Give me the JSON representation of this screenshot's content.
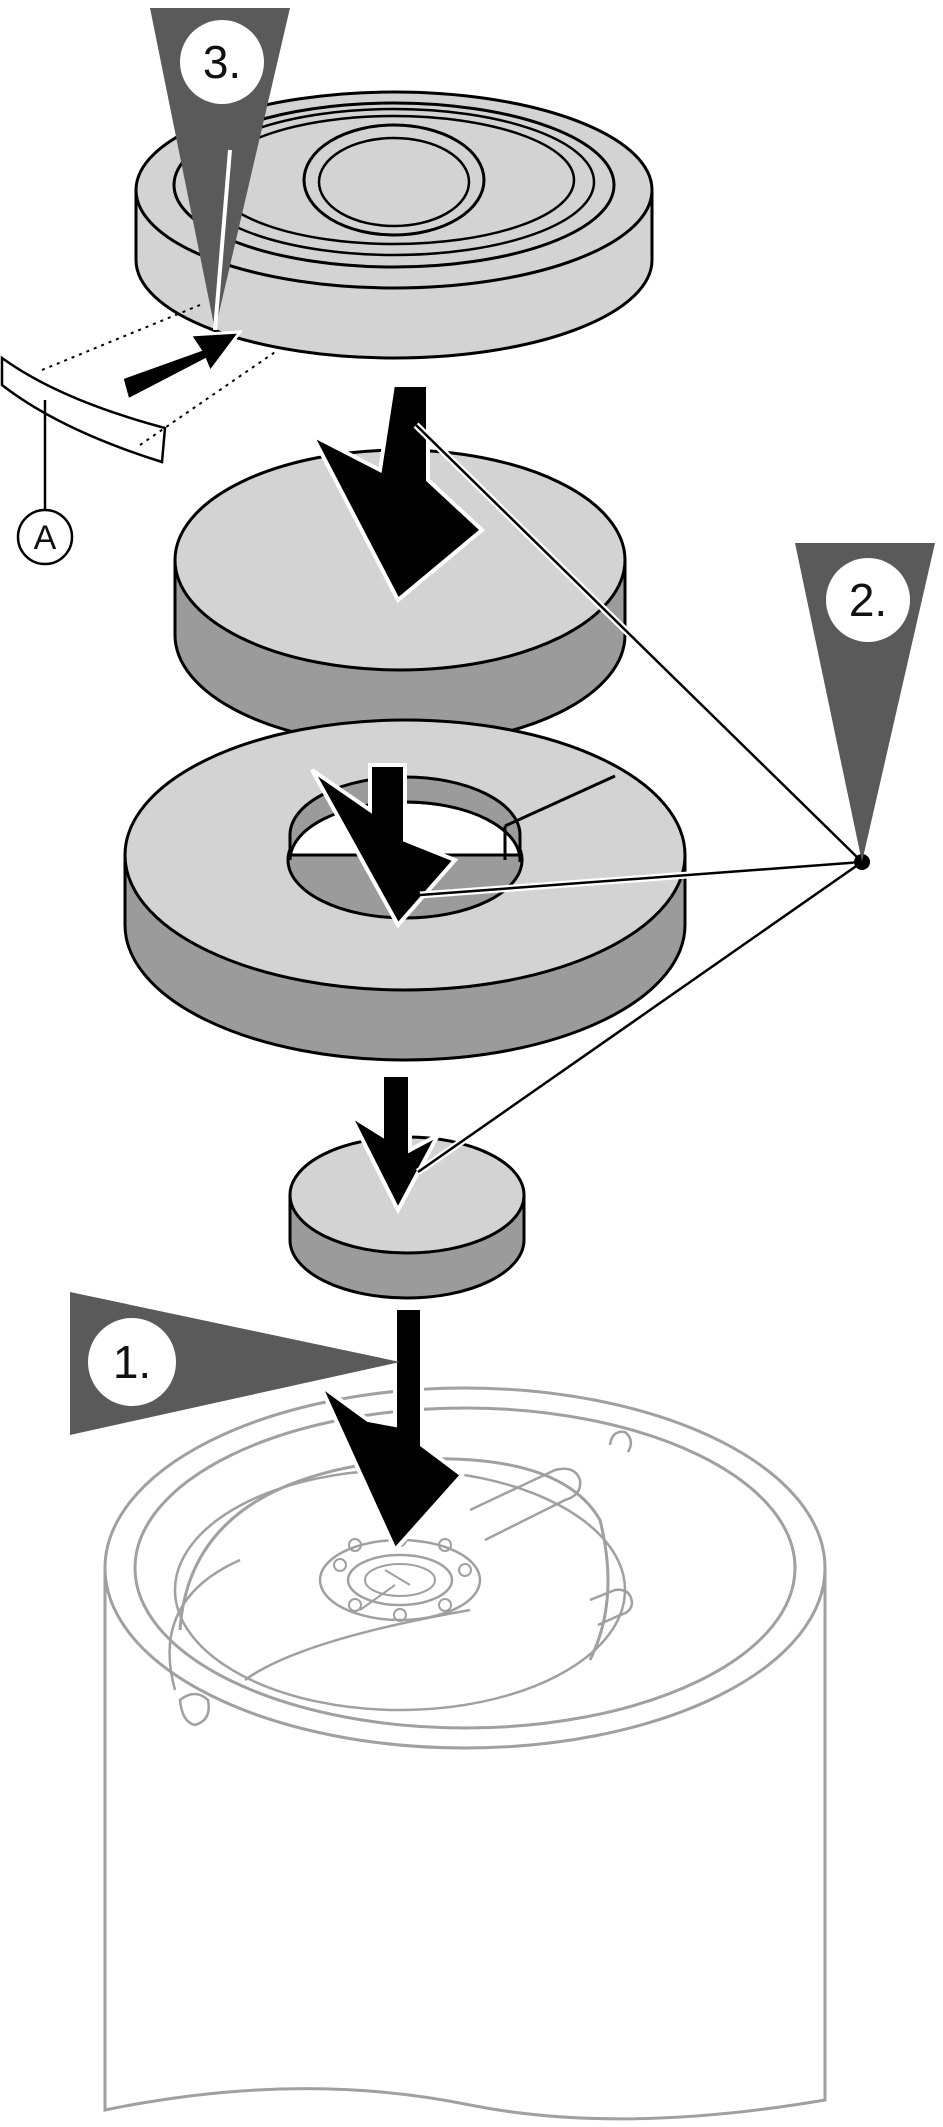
{
  "steps": {
    "step1": "1.",
    "step2": "2.",
    "step3": "3."
  },
  "callout": {
    "label": "A"
  },
  "colors": {
    "disc_top": "#d3d3d3",
    "disc_side": "#9b9b9b",
    "marker": "#5a5a5a",
    "arrow": "#000000",
    "tank_outline": "#a0a0a0"
  }
}
